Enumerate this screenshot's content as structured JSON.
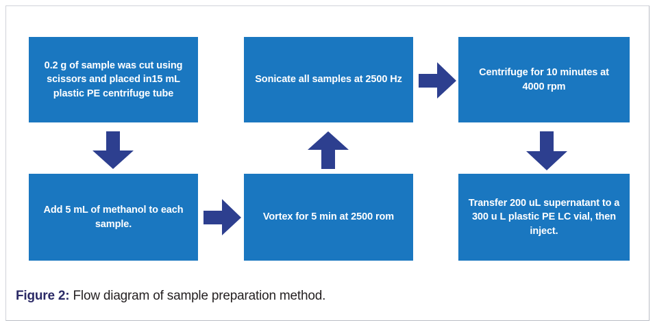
{
  "figure": {
    "caption_label": "Figure 2:",
    "caption_text": "Flow diagram of sample preparation method.",
    "box_color": "#1a77c0",
    "arrow_color": "#2d3f8f",
    "box_text_color": "#ffffff",
    "caption_label_color": "#2b2a66",
    "caption_text_color": "#231f20",
    "frame_border_color": "#cfd2d8"
  },
  "diagram": {
    "type": "flowchart",
    "steps": [
      {
        "id": "step-1",
        "order": 1,
        "text": "0.2 g of sample was cut using scissors and placed in15 mL plastic PE centrifuge tube",
        "row": 1,
        "column": 1
      },
      {
        "id": "step-2",
        "order": 2,
        "text": "Add 5 mL of methanol to each sample.",
        "row": 2,
        "column": 1
      },
      {
        "id": "step-3",
        "order": 3,
        "text": "Vortex for 5 min at 2500 rom",
        "row": 2,
        "column": 2
      },
      {
        "id": "step-4",
        "order": 4,
        "text": "Sonicate all samples at 2500 Hz",
        "row": 1,
        "column": 2
      },
      {
        "id": "step-5",
        "order": 5,
        "text": "Centrifuge for 10 minutes at 4000 rpm",
        "row": 1,
        "column": 3
      },
      {
        "id": "step-6",
        "order": 6,
        "text": "Transfer 200 uL supernatant to a 300 u L plastic PE LC vial, then inject.",
        "row": 2,
        "column": 3
      }
    ],
    "connectors": [
      {
        "id": "arrow-1",
        "from": "step-1",
        "to": "step-2",
        "direction": "down"
      },
      {
        "id": "arrow-2",
        "from": "step-2",
        "to": "step-3",
        "direction": "right"
      },
      {
        "id": "arrow-3",
        "from": "step-3",
        "to": "step-4",
        "direction": "up"
      },
      {
        "id": "arrow-4",
        "from": "step-4",
        "to": "step-5",
        "direction": "right"
      },
      {
        "id": "arrow-5",
        "from": "step-5",
        "to": "step-6",
        "direction": "down"
      }
    ]
  }
}
